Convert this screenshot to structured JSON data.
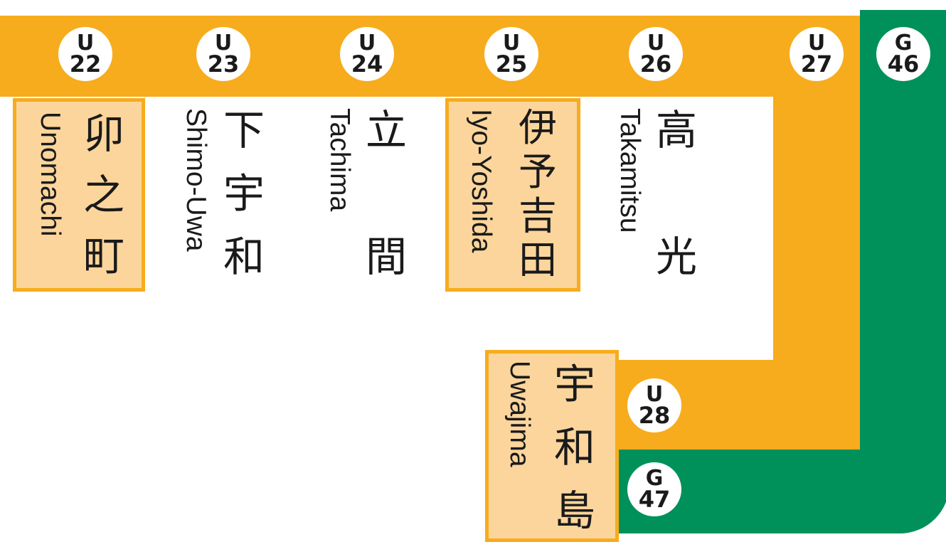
{
  "colors": {
    "yosan_line": "#f7ac1d",
    "yodo_line": "#00915a",
    "highlight_fill": "#fbd59b",
    "badge_fill": "#ffffff",
    "text": "#1a1a1a"
  },
  "badges": [
    {
      "letter": "U",
      "number": "22"
    },
    {
      "letter": "U",
      "number": "23"
    },
    {
      "letter": "U",
      "number": "24"
    },
    {
      "letter": "U",
      "number": "25"
    },
    {
      "letter": "U",
      "number": "26"
    },
    {
      "letter": "U",
      "number": "27"
    },
    {
      "letter": "G",
      "number": "46"
    },
    {
      "letter": "U",
      "number": "28"
    },
    {
      "letter": "G",
      "number": "47"
    }
  ],
  "stations": [
    {
      "kanji": [
        "卯",
        "之",
        "町"
      ],
      "romaji": "Unomachi",
      "highlighted": true
    },
    {
      "kanji": [
        "下",
        "宇",
        "和"
      ],
      "romaji": "Shimo-Uwa",
      "highlighted": false
    },
    {
      "kanji": [
        "立",
        "間"
      ],
      "romaji": "Tachima",
      "highlighted": false
    },
    {
      "kanji": [
        "伊",
        "予",
        "吉",
        "田"
      ],
      "romaji": "Iyo-Yoshida",
      "highlighted": true
    },
    {
      "kanji": [
        "高",
        "光"
      ],
      "romaji": "Takamitsu",
      "highlighted": false
    },
    {
      "kanji": [
        "宇",
        "和",
        "島"
      ],
      "romaji": "Uwajima",
      "highlighted": true
    }
  ]
}
